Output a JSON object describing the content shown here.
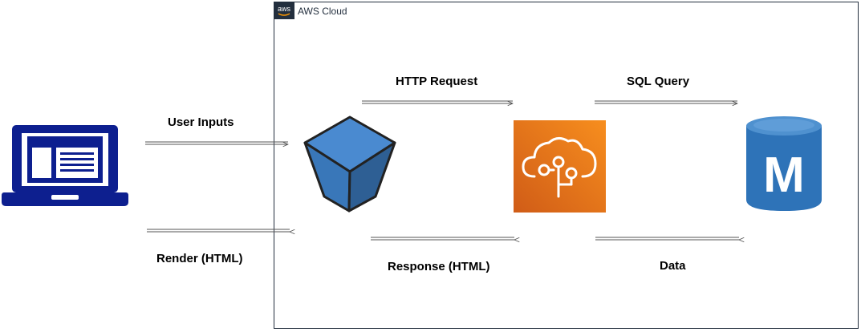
{
  "group": {
    "label": "AWS Cloud",
    "logo_text": "aws",
    "border_color": "#232f3e"
  },
  "edges": {
    "user_inputs": "User Inputs",
    "render_html": "Render (HTML)",
    "http_request": "HTTP Request",
    "response_html": "Response (HTML)",
    "sql_query": "SQL Query",
    "data": "Data"
  },
  "nodes": {
    "client": {
      "icon": "laptop-icon",
      "color": "#0d1f8f"
    },
    "web_server": {
      "icon": "cube-icon",
      "color": "#3f7bbf"
    },
    "app": {
      "icon": "elastic-beanstalk-icon",
      "color": "#e9741c"
    },
    "database": {
      "icon": "rds-mysql-icon",
      "color": "#2e73b8",
      "letter": "M"
    }
  }
}
